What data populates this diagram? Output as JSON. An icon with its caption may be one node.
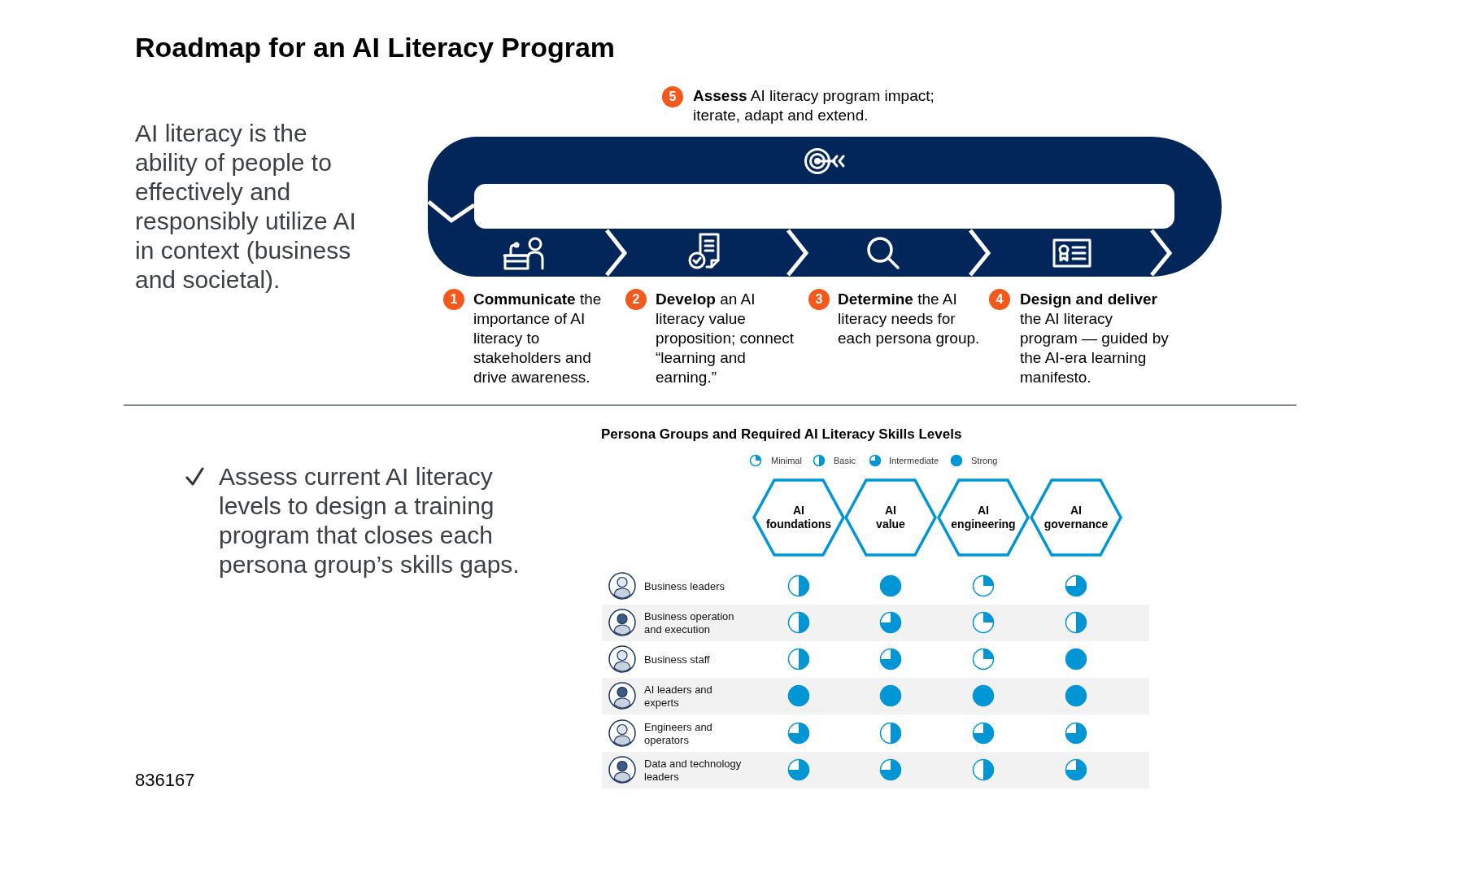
{
  "diagram": {
    "title": "Roadmap for an AI Literacy Program",
    "nodes": [
      {
        "text": [
          "5"
        ],
        "beside": [
          "**Assess** AI literacy program impact; iterate, adapt and extend."
        ]
      },
      {
        "text": [
          "1"
        ],
        "beside": [
          "**Communicate** the importance of AI literacy to stakeholders and drive awareness."
        ]
      },
      {
        "text": [
          "2"
        ],
        "beside": [
          "**Develop** an AI literacy value proposition; connect “learning and earning.”"
        ]
      },
      {
        "text": [
          "3"
        ],
        "beside": [
          "**Determine** the AI literacy needs for each persona group."
        ]
      },
      {
        "text": [
          "4"
        ],
        "beside": [
          "**Design and deliver** the AI literacy program — guided by the AI-era learning manifesto."
        ]
      },
      {
        "text": [
          "AI foundations"
        ]
      },
      {
        "text": [
          "AI value"
        ]
      },
      {
        "text": [
          "AI engineering"
        ]
      },
      {
        "text": [
          "AI governance"
        ]
      }
    ],
    "labels": [
      "AI literacy is the ability of people to effectively and responsibly utilize AI in context (business and societal).",
      "Assess current AI literacy levels to design a training program that closes each persona group’s skills gaps.",
      "Persona Groups and Required AI Literacy Skills Levels",
      "Business leaders",
      "Business operation and execution",
      "Business staff",
      "AI leaders and experts",
      "Engineers and operators",
      "Data and technology leaders",
      "836167"
    ],
    "legend": [
      {
        "text": "Minimal"
      },
      {
        "text": "Basic"
      },
      {
        "text": "Intermediate"
      },
      {
        "text": "Strong"
      }
    ]
  }
}
